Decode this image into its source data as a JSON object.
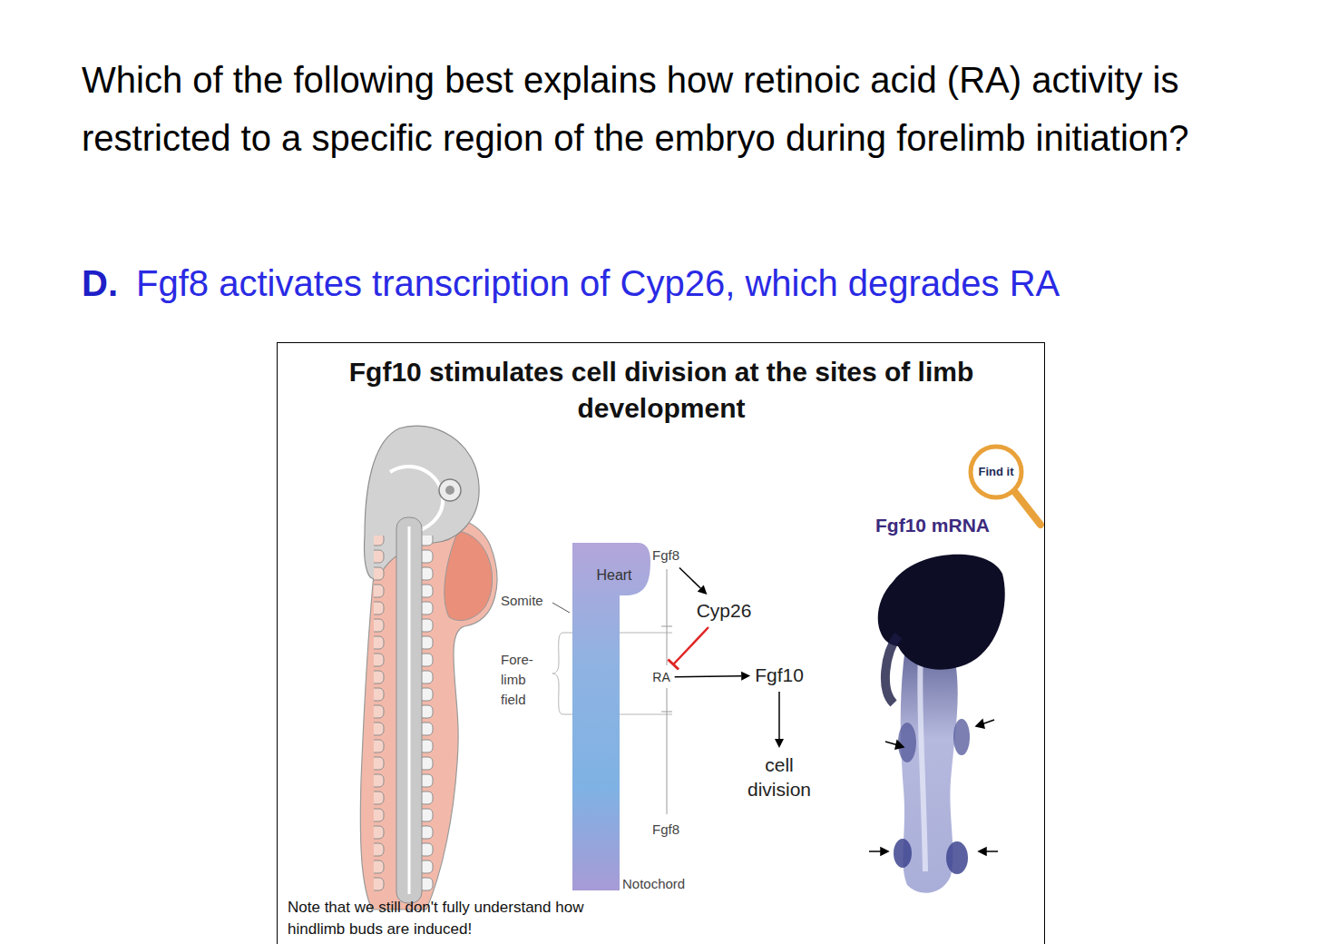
{
  "diagram": {
    "title": "Which of the following best explains how retinoic acid (RA) activity is restricted to a specific region of the embryo during forelimb initiation?",
    "nodes": [
      {
        "text": [
          "Fgf10 stimulates cell division at the sites of limb development",
          "Note that we still don't fully understand how hindlimb buds are induced!"
        ]
      },
      {
        "text": [
          "Heart"
        ],
        "in": 0
      },
      {
        "text": [
          "Fgf8"
        ],
        "in": 0
      },
      {
        "text": [
          "Cyp26"
        ],
        "in": 0
      },
      {
        "text": [
          "RA"
        ],
        "in": 0
      },
      {
        "text": [
          "Fgf10"
        ],
        "in": 0
      },
      {
        "text": [
          "cell division"
        ],
        "in": 0
      },
      {
        "text": [
          "Fgf8"
        ],
        "in": 0
      }
    ],
    "edges": [
      {
        "from": 2,
        "to": 3,
        "arrow": "to"
      },
      {
        "from": 3,
        "to": 4,
        "arrow": "to"
      },
      {
        "from": 4,
        "to": 5,
        "arrow": "to"
      },
      {
        "from": 5,
        "to": 6,
        "arrow": "to"
      }
    ],
    "labels": [
      "D.",
      "Fgf8 activates transcription of Cyp26, which degrades RA",
      "Somite",
      "Fore- limb field",
      "Notochord",
      "Find it",
      "Fgf10 mRNA"
    ]
  }
}
